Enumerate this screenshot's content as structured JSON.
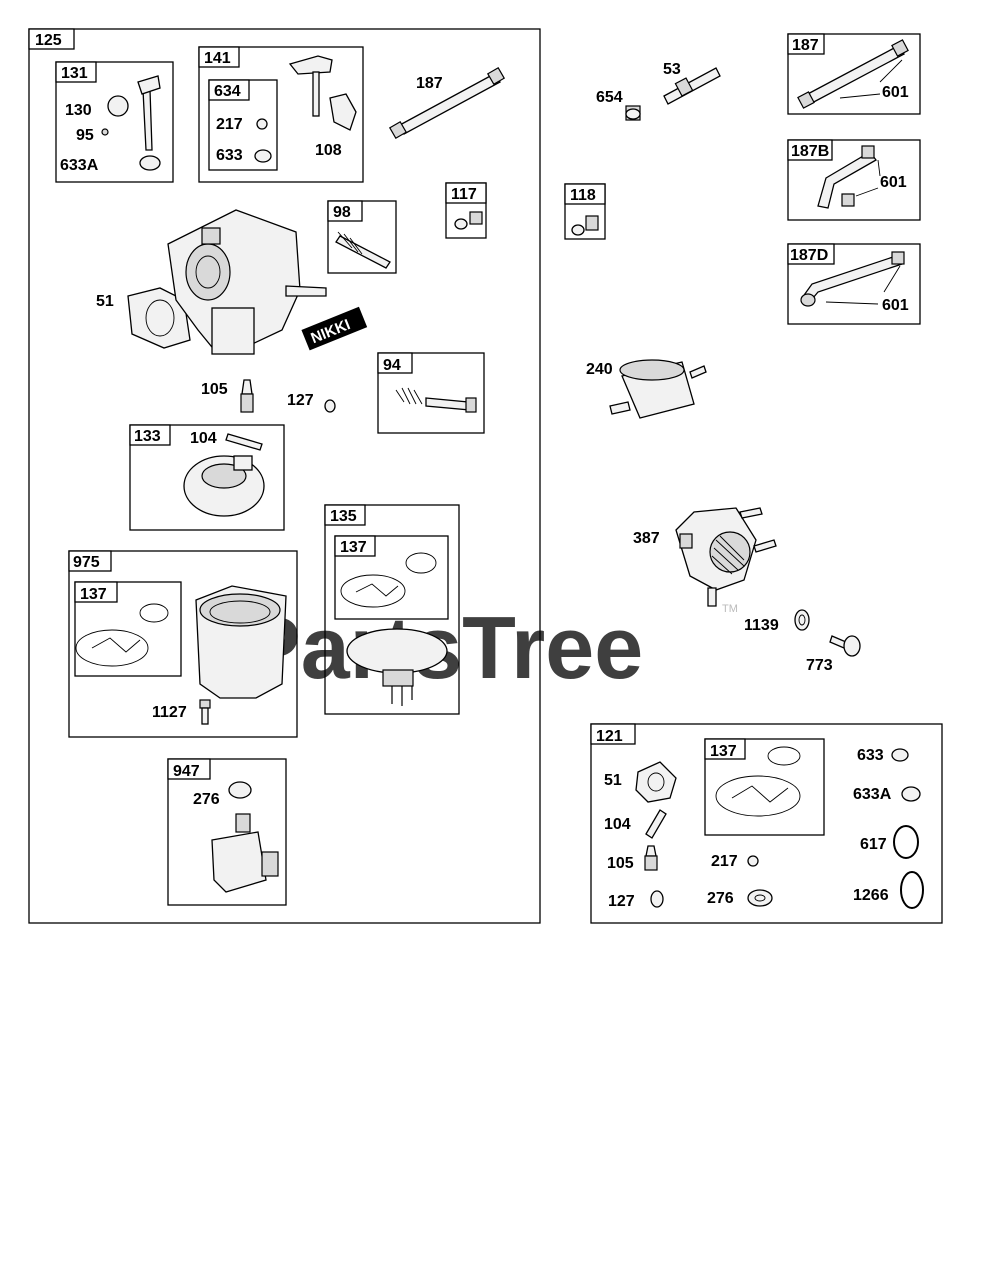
{
  "watermark": {
    "text": "PartsTree",
    "tm": "TM"
  },
  "boxes": {
    "b125": "125",
    "b131": "131",
    "b141": "141",
    "b634": "634",
    "b98": "98",
    "b117": "117",
    "b118": "118",
    "b94": "94",
    "b133": "133",
    "b135": "135",
    "b137a": "137",
    "b975": "975",
    "b137b": "137",
    "b947": "947",
    "b187": "187",
    "b187b": "187B",
    "b187d": "187D",
    "b121": "121",
    "b137c": "137"
  },
  "labels": {
    "l130": "130",
    "l95": "95",
    "l633a": "633A",
    "l217": "217",
    "l633": "633",
    "l108": "108",
    "l187": "187",
    "l51": "51",
    "l105": "105",
    "l127": "127",
    "l104": "104",
    "l1127": "1127",
    "l276": "276",
    "l654": "654",
    "l53": "53",
    "l601a": "601",
    "l601b": "601",
    "l601c": "601",
    "l240": "240",
    "l387": "387",
    "l1139": "1139",
    "l773": "773",
    "k51": "51",
    "k104": "104",
    "k105": "105",
    "k127": "127",
    "k217": "217",
    "k276": "276",
    "k633": "633",
    "k633a": "633A",
    "k617": "617",
    "k1266": "1266"
  },
  "brand_stamp": "NIKKI"
}
